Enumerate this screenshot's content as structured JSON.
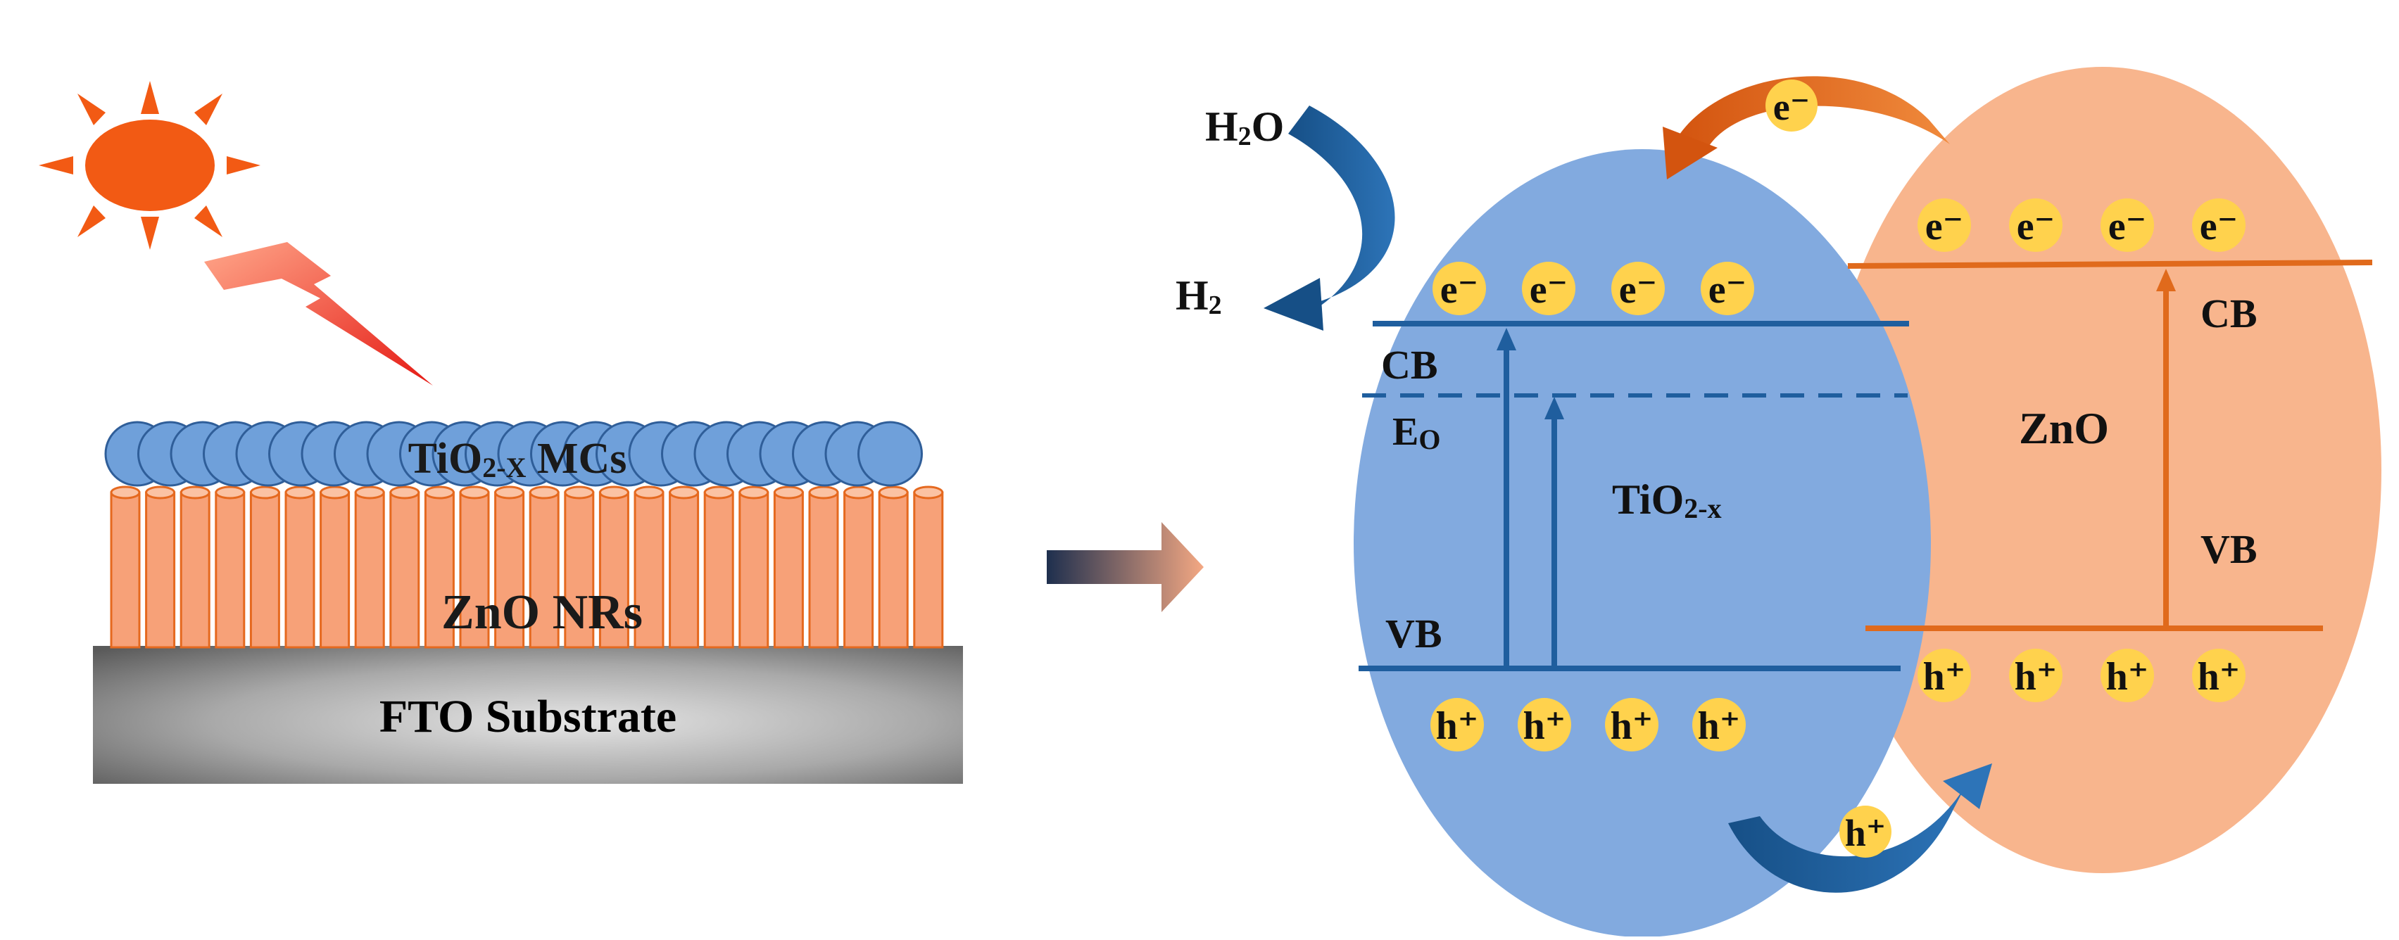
{
  "left_panel": {
    "microcrystal_label_main": "TiO",
    "microcrystal_label_sub": "2-X",
    "microcrystal_label_end": " MCs",
    "nanorod_label": "ZnO NRs",
    "substrate_label": "FTO Substrate",
    "colors": {
      "sun": "#F25A14",
      "bolt_start": "#FF9A7A",
      "bolt_end": "#E8201A",
      "sphere": "#6FA0DA",
      "rod": "#F7A178",
      "rod_edge": "#E5691F"
    }
  },
  "right_panel": {
    "water_label_main": "H",
    "water_label_sub": "2",
    "water_label_end": "O",
    "hydrogen_label_main": "H",
    "hydrogen_label_sub": "2",
    "tio2": {
      "name_main": "TiO",
      "name_sub": "2-x",
      "cb": "CB",
      "eo_main": "E",
      "eo_sub": "O",
      "vb": "VB",
      "electron": "e⁻",
      "hole": "h⁺",
      "electron_count": 4,
      "hole_count": 4
    },
    "zno": {
      "name": "ZnO",
      "cb": "CB",
      "vb": "VB",
      "electron": "e⁻",
      "hole": "h⁺",
      "electron_count": 4,
      "hole_count": 4
    },
    "transfer_electron": "e⁻",
    "transfer_hole": "h⁺",
    "colors": {
      "tio2_fill": "#82AADF",
      "tio2_line": "#1F5E9E",
      "zno_fill": "#F8B58D",
      "zno_line": "#E06A1C",
      "charge": "#FFD24D",
      "orange_arrow": "#E2661A",
      "blue_arrow": "#1B5E9C"
    }
  }
}
